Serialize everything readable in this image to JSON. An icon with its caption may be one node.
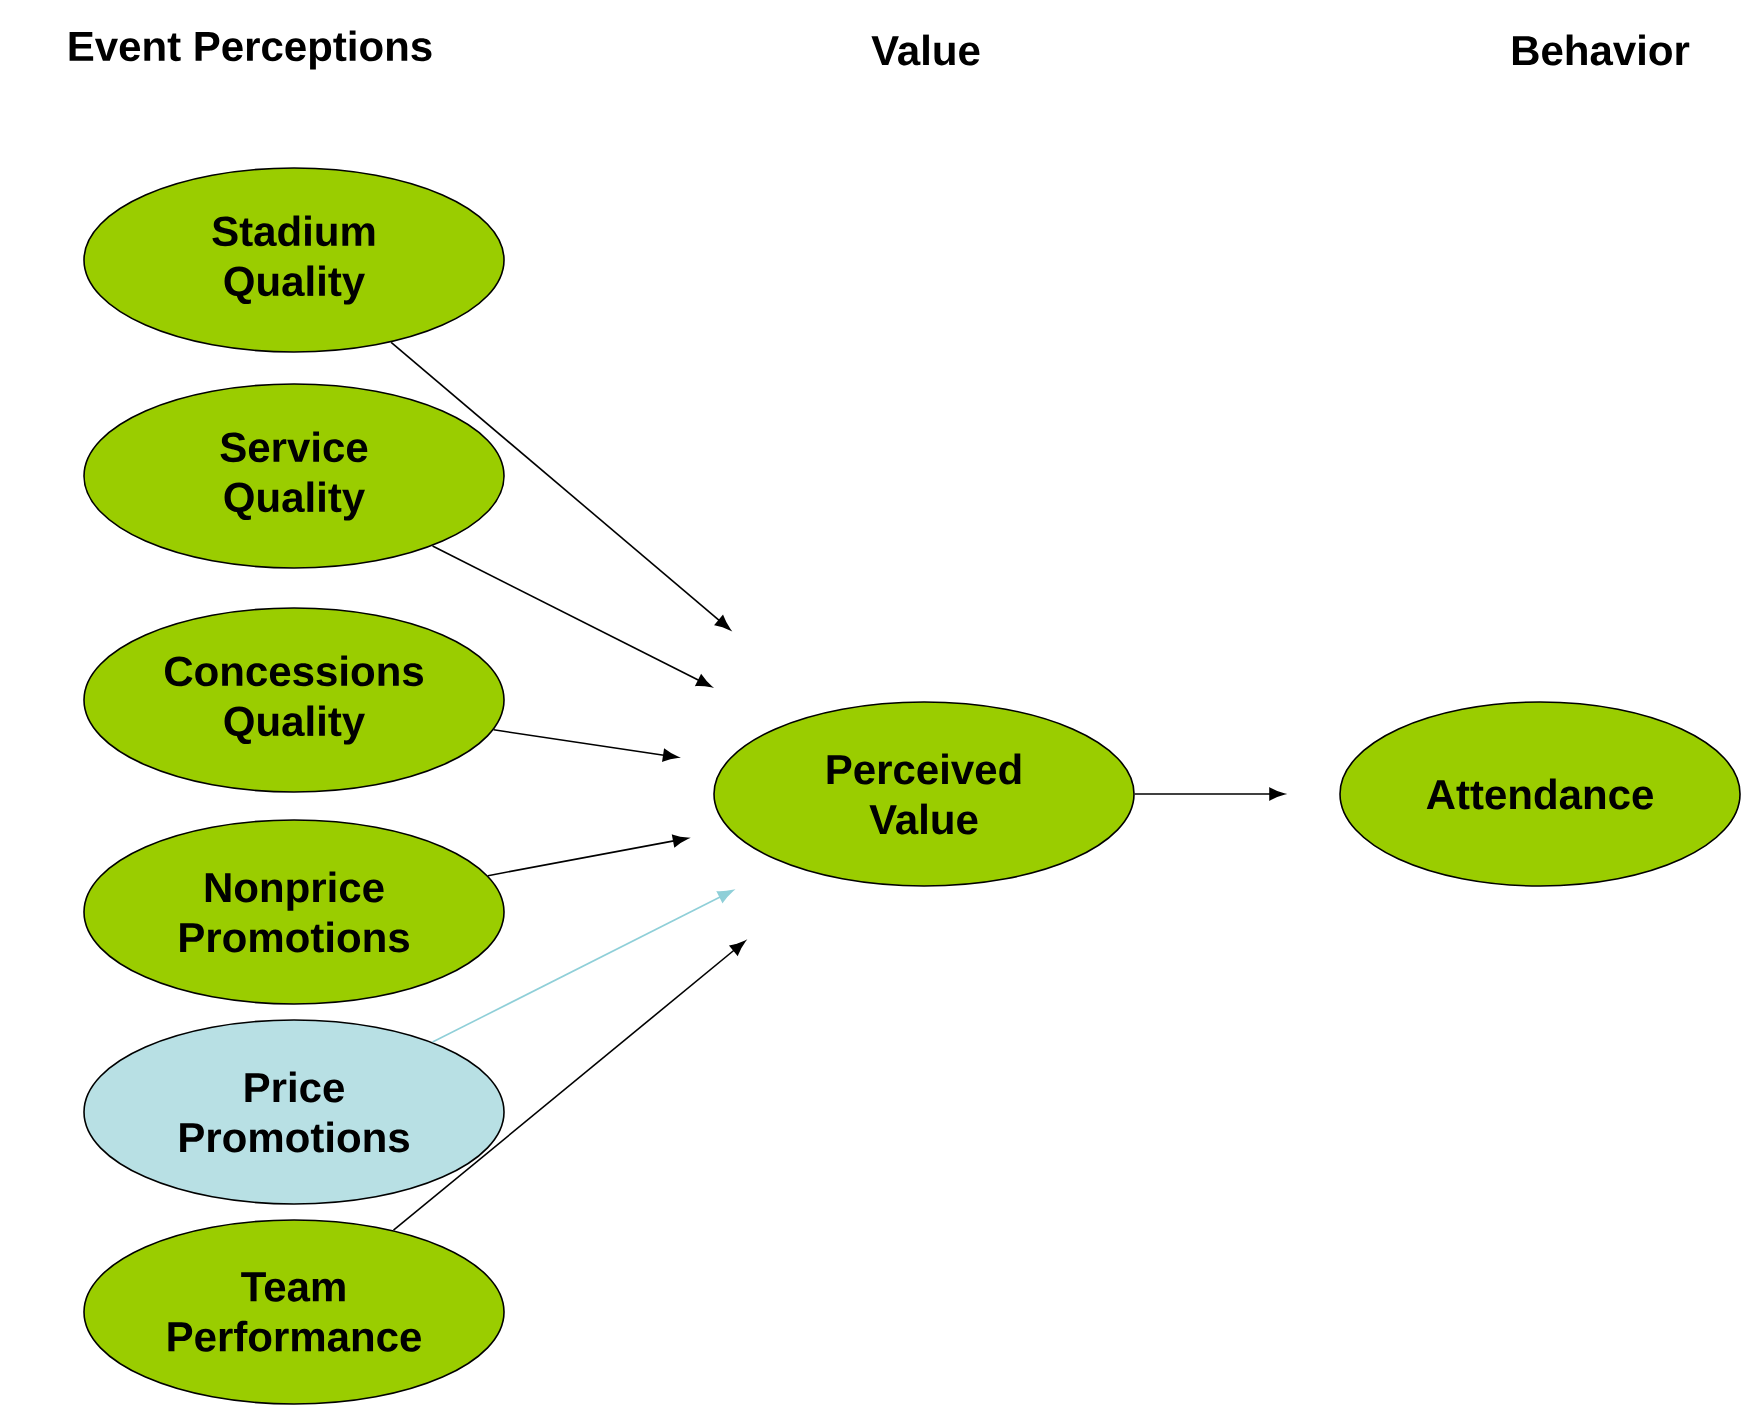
{
  "diagram": {
    "nodes": [
      {
        "text": [
          "Stadium Quality"
        ]
      },
      {
        "text": [
          "Service Quality"
        ]
      },
      {
        "text": [
          "Concessions Quality"
        ]
      },
      {
        "text": [
          "Nonprice Promotions"
        ]
      },
      {
        "text": [
          "Price Promotions"
        ]
      },
      {
        "text": [
          "Team Performance"
        ]
      },
      {
        "text": [
          "Perceived Value"
        ]
      },
      {
        "text": [
          "Attendance"
        ]
      }
    ],
    "edges": [
      {
        "from": 0,
        "to": 6,
        "arrow": "to"
      },
      {
        "from": 1,
        "to": 6,
        "arrow": "to"
      },
      {
        "from": 2,
        "to": 6,
        "arrow": "to"
      },
      {
        "from": 3,
        "to": 6,
        "arrow": "to"
      },
      {
        "from": 4,
        "to": 6,
        "arrow": "to",
        "color": "#8fcfd8"
      },
      {
        "from": 5,
        "to": 6,
        "arrow": "to"
      },
      {
        "from": 6,
        "to": 7,
        "arrow": "to"
      }
    ],
    "labels": [
      "Event Perceptions",
      "Value",
      "Behavior"
    ]
  }
}
